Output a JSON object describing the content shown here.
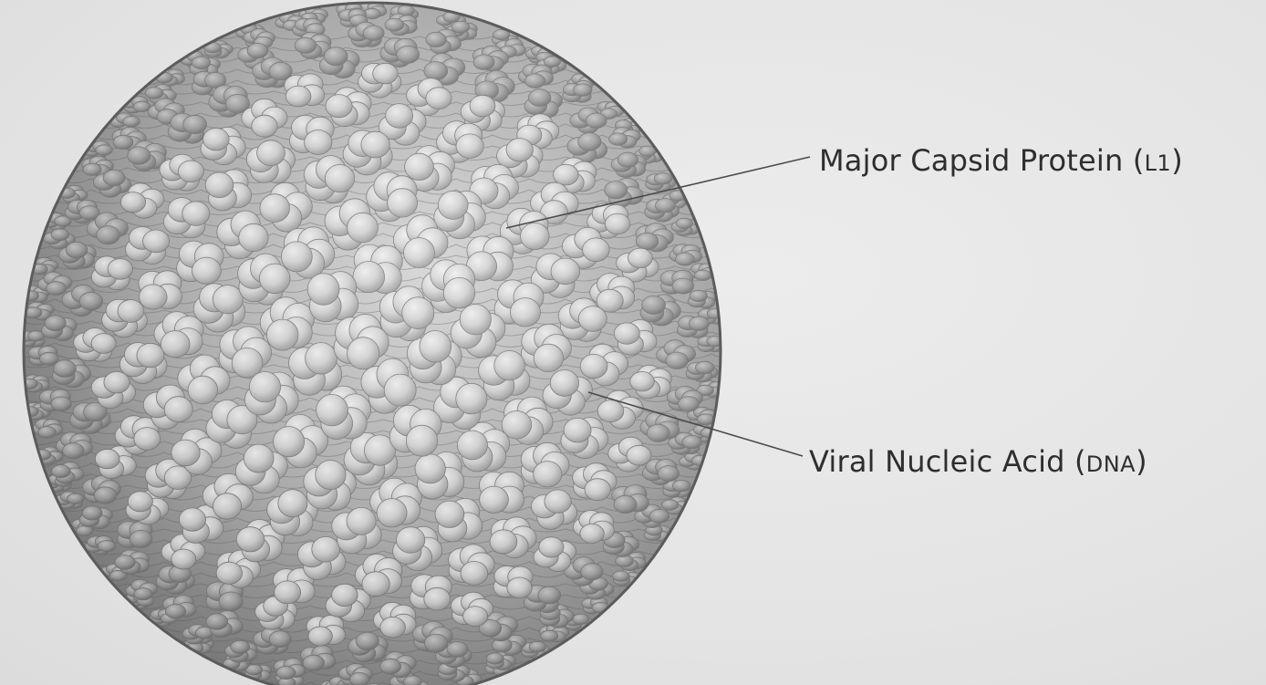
{
  "labels": {
    "capsid": {
      "name": "Major Capsid Protein",
      "open": " (",
      "abbr": "L1",
      "close": ")"
    },
    "dna": {
      "name": "Viral Nucleic Acid",
      "open": " (",
      "abbr": "DNA",
      "close": ")"
    }
  },
  "colors": {
    "background": "#e7e7e7",
    "capsomere_light": "#f4f4f4",
    "capsomere_mid": "#b9b9b9",
    "capsomere_dark": "#6e6e6e",
    "leader_line": "#4a4a4a",
    "text": "#2e2e2e"
  },
  "icons": {
    "virus_particle": "icosahedral-capsid-illustration"
  }
}
